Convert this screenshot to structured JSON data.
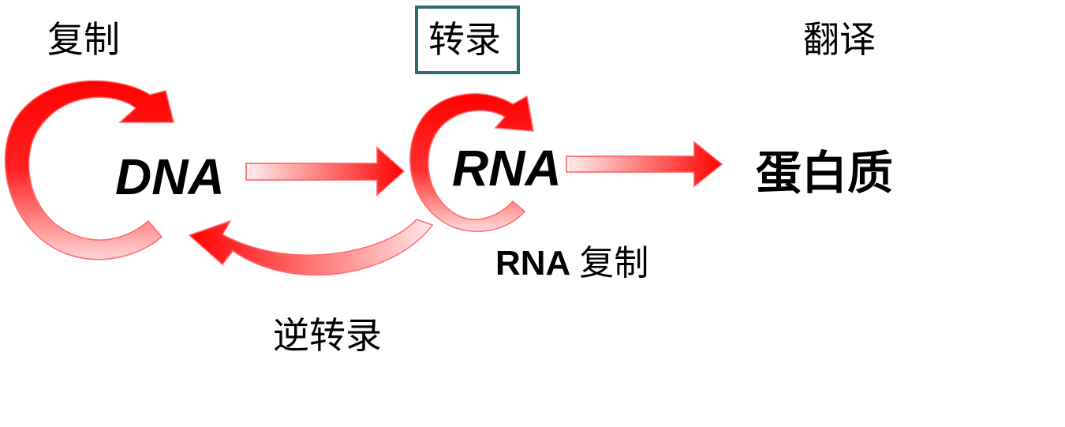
{
  "labels": {
    "replication": "复制",
    "transcription": "转录",
    "translation": "翻译",
    "dna": "DNA",
    "rna": "RNA",
    "protein": "蛋白质",
    "rna_replication_en": "RNA",
    "rna_replication_zh": "复制",
    "reverse_transcription": "逆转录"
  },
  "colors": {
    "arrow_red": "#ff0000",
    "box_border": "#2e6b73"
  }
}
